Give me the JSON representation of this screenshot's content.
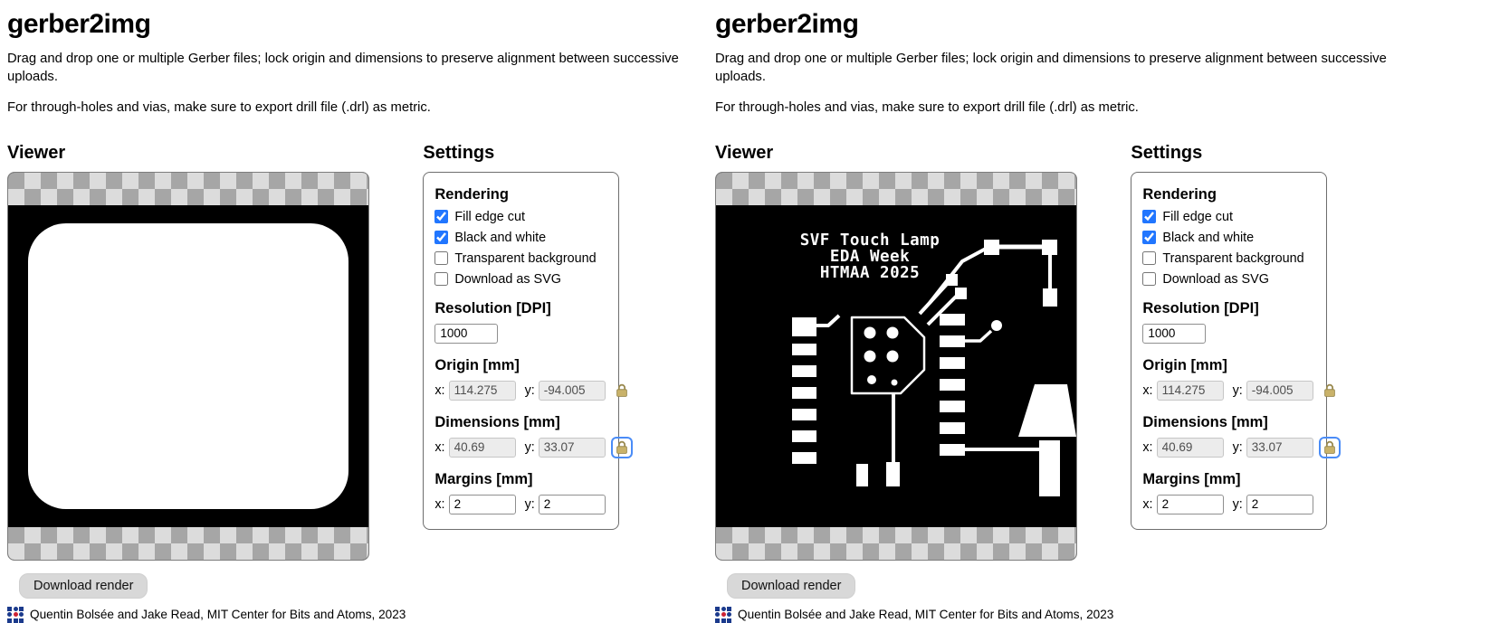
{
  "app": {
    "title": "gerber2img",
    "intro": [
      "Drag and drop one or multiple Gerber files; lock origin and dimensions to preserve alignment between successive uploads.",
      "For through-holes and vias, make sure to export drill file (.drl) as metric."
    ],
    "viewer_heading": "Viewer",
    "settings": {
      "heading": "Settings",
      "rendering": {
        "heading": "Rendering",
        "options": [
          {
            "label": "Fill edge cut",
            "checked": true
          },
          {
            "label": "Black and white",
            "checked": true
          },
          {
            "label": "Transparent background",
            "checked": false
          },
          {
            "label": "Download as SVG",
            "checked": false
          }
        ]
      },
      "resolution": {
        "heading": "Resolution [DPI]",
        "value": "1000"
      },
      "origin": {
        "heading": "Origin [mm]",
        "x_label": "x:",
        "y_label": "y:",
        "x": "114.275",
        "y": "-94.005"
      },
      "dimensions": {
        "heading": "Dimensions [mm]",
        "x_label": "x:",
        "y_label": "y:",
        "x": "40.69",
        "y": "33.07"
      },
      "margins": {
        "heading": "Margins [mm]",
        "x_label": "x:",
        "y_label": "y:",
        "x": "2",
        "y": "2"
      }
    },
    "download_button": "Download render",
    "footer_credit": "Quentin Bolsée and Jake Read, MIT Center for Bits and Atoms, 2023"
  },
  "pcb": {
    "silkscreen": [
      "SVF Touch Lamp",
      "EDA Week",
      "HTMAA 2025"
    ]
  },
  "colors": {
    "checkbox_accent": "#2176ff",
    "lock_gold": "#c9b26a",
    "checker_light": "#dcdcdc",
    "checker_dark": "#a6a6a6",
    "board_black": "#000000",
    "board_white": "#ffffff",
    "logo_navy": "#1b3a8c",
    "logo_red": "#cc2233"
  }
}
